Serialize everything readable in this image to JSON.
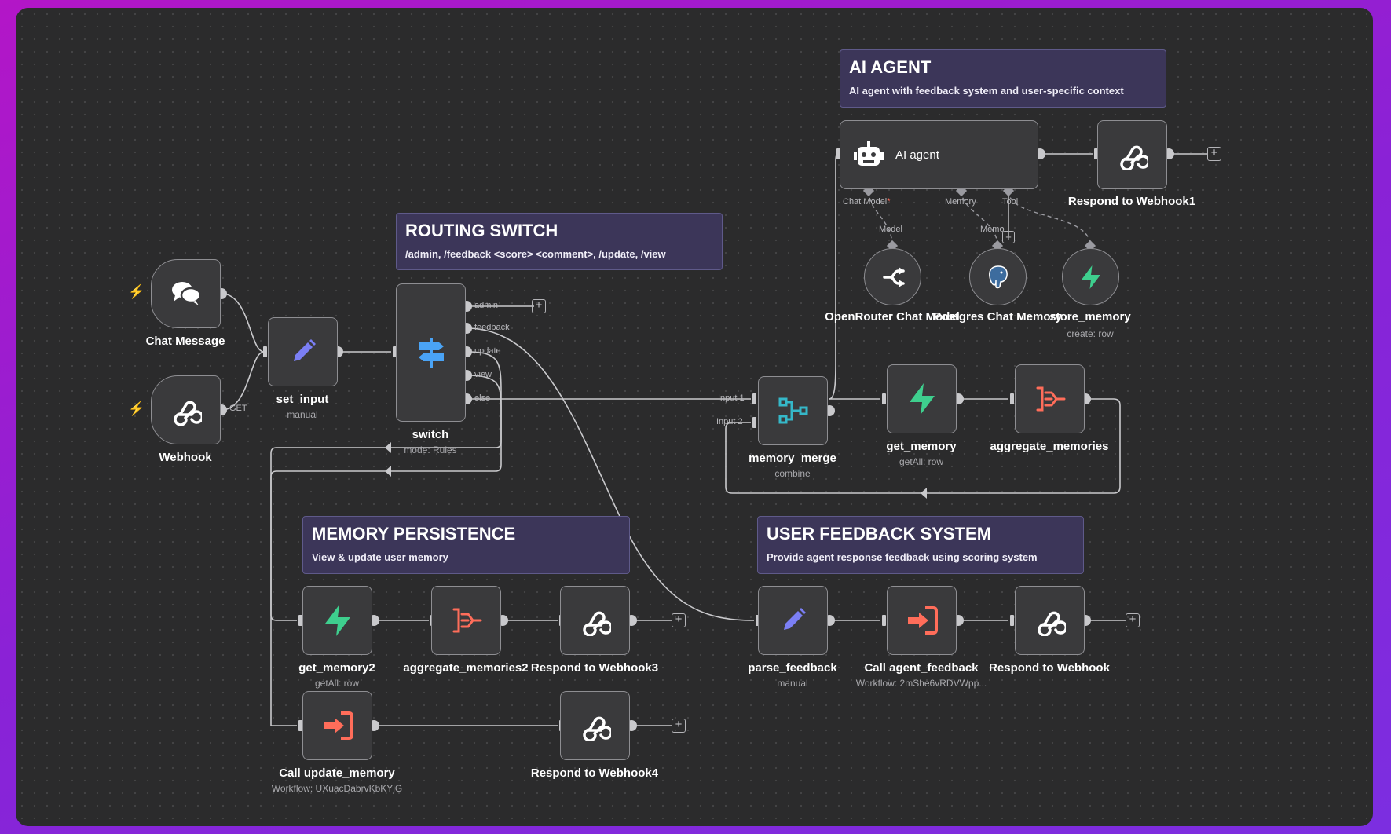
{
  "stickies": {
    "ai_agent": {
      "title": "AI AGENT",
      "subtitle": "AI agent with feedback system and user-specific context"
    },
    "routing": {
      "title": "ROUTING SWITCH",
      "subtitle": "/admin, /feedback <score> <comment>, /update, /view"
    },
    "memory": {
      "title": "MEMORY PERSISTENCE",
      "subtitle": "View & update user memory"
    },
    "feedback": {
      "title": "USER FEEDBACK SYSTEM",
      "subtitle": "Provide agent response feedback using scoring system"
    }
  },
  "nodes": {
    "chat_message": {
      "label": "Chat Message",
      "icon": "chat-bubbles-icon"
    },
    "webhook": {
      "label": "Webhook",
      "port": "GET",
      "icon": "webhook-icon"
    },
    "set_input": {
      "label": "set_input",
      "sub": "manual",
      "icon": "pencil-icon"
    },
    "switch": {
      "label": "switch",
      "sub": "mode: Rules",
      "icon": "signpost-icon",
      "outputs": [
        "admin",
        "feedback",
        "update",
        "view",
        "else"
      ]
    },
    "memory_merge": {
      "label": "memory_merge",
      "sub": "combine",
      "inputs": [
        "Input 1",
        "Input 2"
      ],
      "icon": "merge-icon"
    },
    "get_memory": {
      "label": "get_memory",
      "sub": "getAll: row",
      "icon": "supabase-icon"
    },
    "aggregate_memories": {
      "label": "aggregate_memories",
      "icon": "aggregate-icon"
    },
    "ai_agent": {
      "label": "AI agent",
      "icon": "robot-icon",
      "ports": [
        "Chat Model",
        "*",
        "Memory",
        "Tool"
      ]
    },
    "respond_webhook1": {
      "label": "Respond to Webhook1",
      "icon": "webhook-icon"
    },
    "openrouter": {
      "label": "OpenRouter Chat Model",
      "port": "Model",
      "icon": "openrouter-icon"
    },
    "postgres": {
      "label": "Postgres Chat Memory",
      "port": "Memo",
      "icon": "postgres-icon"
    },
    "store_memory": {
      "label": "store_memory",
      "sub": "create: row",
      "icon": "supabase-icon"
    },
    "get_memory2": {
      "label": "get_memory2",
      "sub": "getAll: row",
      "icon": "supabase-icon"
    },
    "aggregate_memories2": {
      "label": "aggregate_memories2",
      "icon": "aggregate-icon"
    },
    "respond_webhook3": {
      "label": "Respond to Webhook3",
      "icon": "webhook-icon"
    },
    "call_update_memory": {
      "label": "Call update_memory",
      "sub": "Workflow: UXuacDabrvKbKYjG",
      "icon": "execute-workflow-icon"
    },
    "respond_webhook4": {
      "label": "Respond to Webhook4",
      "icon": "webhook-icon"
    },
    "parse_feedback": {
      "label": "parse_feedback",
      "sub": "manual",
      "icon": "pencil-icon"
    },
    "call_agent_feedback": {
      "label": "Call agent_feedback",
      "sub": "Workflow: 2mShe6vRDVWpp...",
      "icon": "execute-workflow-icon"
    },
    "respond_webhook": {
      "label": "Respond to Webhook",
      "icon": "webhook-icon"
    }
  },
  "colors": {
    "canvas": "#2b2b2c",
    "sticky": "#3c3659",
    "node": "#3a3a3c",
    "wire": "#c9c9cc",
    "supabase_green": "#3ecf8e",
    "aggregate_red": "#ff6d5a",
    "switch_blue": "#4aa3f5",
    "pencil_purple": "#7b7ff5",
    "merge_teal": "#35b8c9"
  }
}
